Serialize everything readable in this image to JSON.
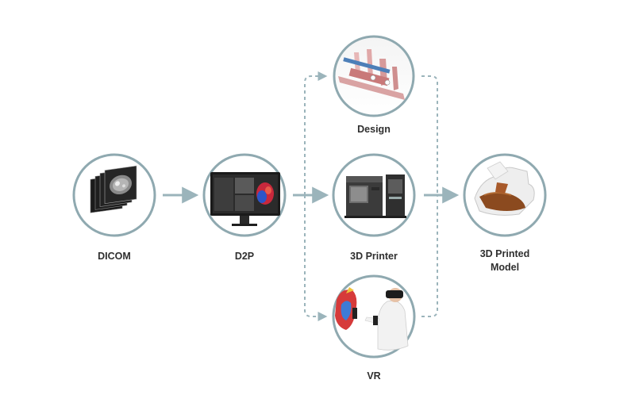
{
  "diagram": {
    "colors": {
      "ring": "#8fa9b0",
      "arrow": "#9bb4bb",
      "label": "#2f2f2f"
    },
    "nodes": [
      {
        "id": "dicom",
        "label": "DICOM",
        "icon": "ct-scan-stack-icon"
      },
      {
        "id": "d2p",
        "label": "D2P",
        "icon": "monitor-software-icon"
      },
      {
        "id": "design",
        "label": "Design",
        "icon": "anatomy-design-icon"
      },
      {
        "id": "printer",
        "label": "3D Printer",
        "icon": "3d-printer-icon"
      },
      {
        "id": "vr",
        "label": "VR",
        "icon": "vr-headset-user-icon"
      },
      {
        "id": "model",
        "label_line1": "3D Printed",
        "label_line2": "Model",
        "icon": "printed-jaw-model-icon"
      }
    ]
  }
}
